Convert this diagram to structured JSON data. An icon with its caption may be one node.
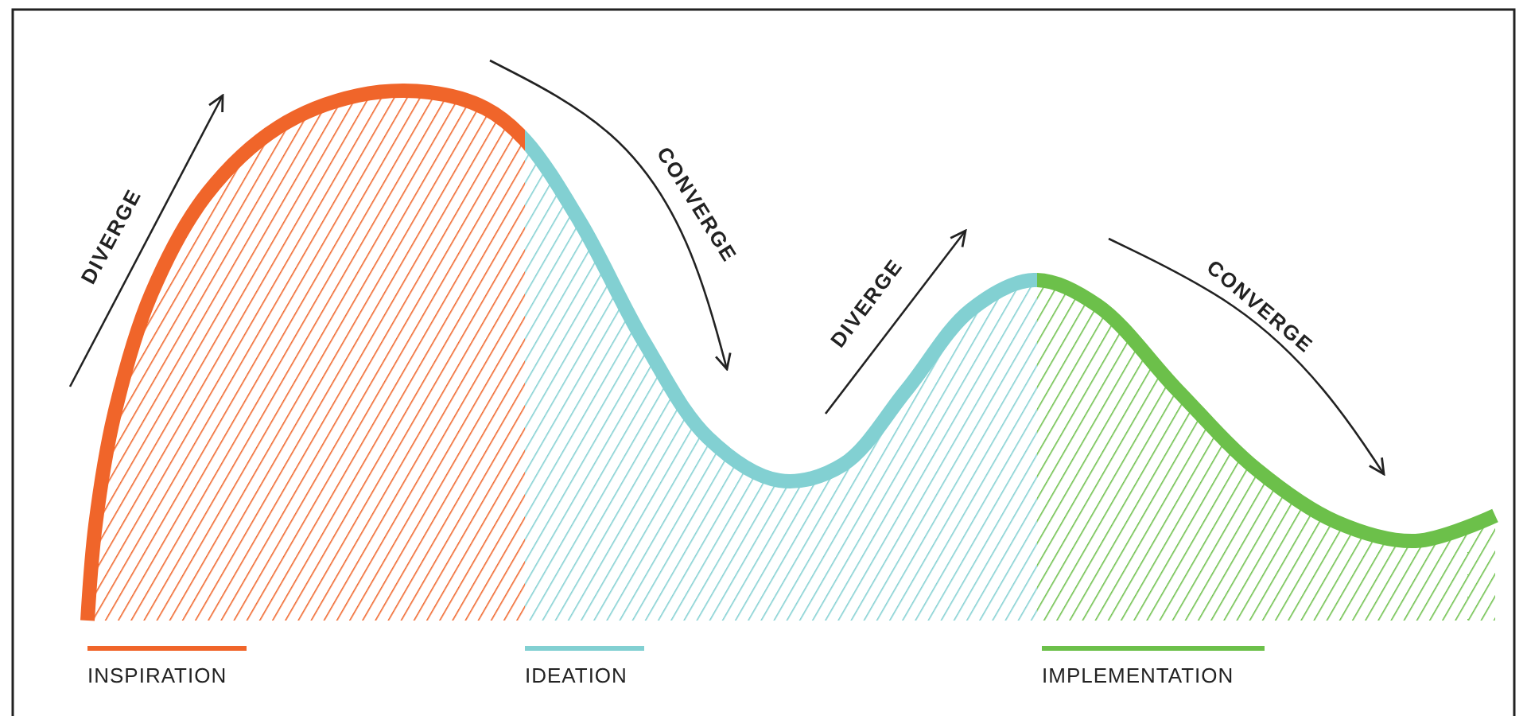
{
  "diagram": {
    "labels": [
      "DIVERGE",
      "CONVERGE",
      "DIVERGE",
      "CONVERGE"
    ],
    "legend": [
      {
        "text": "INSPIRATION",
        "color": "#f0652a"
      },
      {
        "text": "IDEATION",
        "color": "#82d0d2"
      },
      {
        "text": "IMPLEMENTATION",
        "color": "#6cc04a"
      }
    ]
  }
}
